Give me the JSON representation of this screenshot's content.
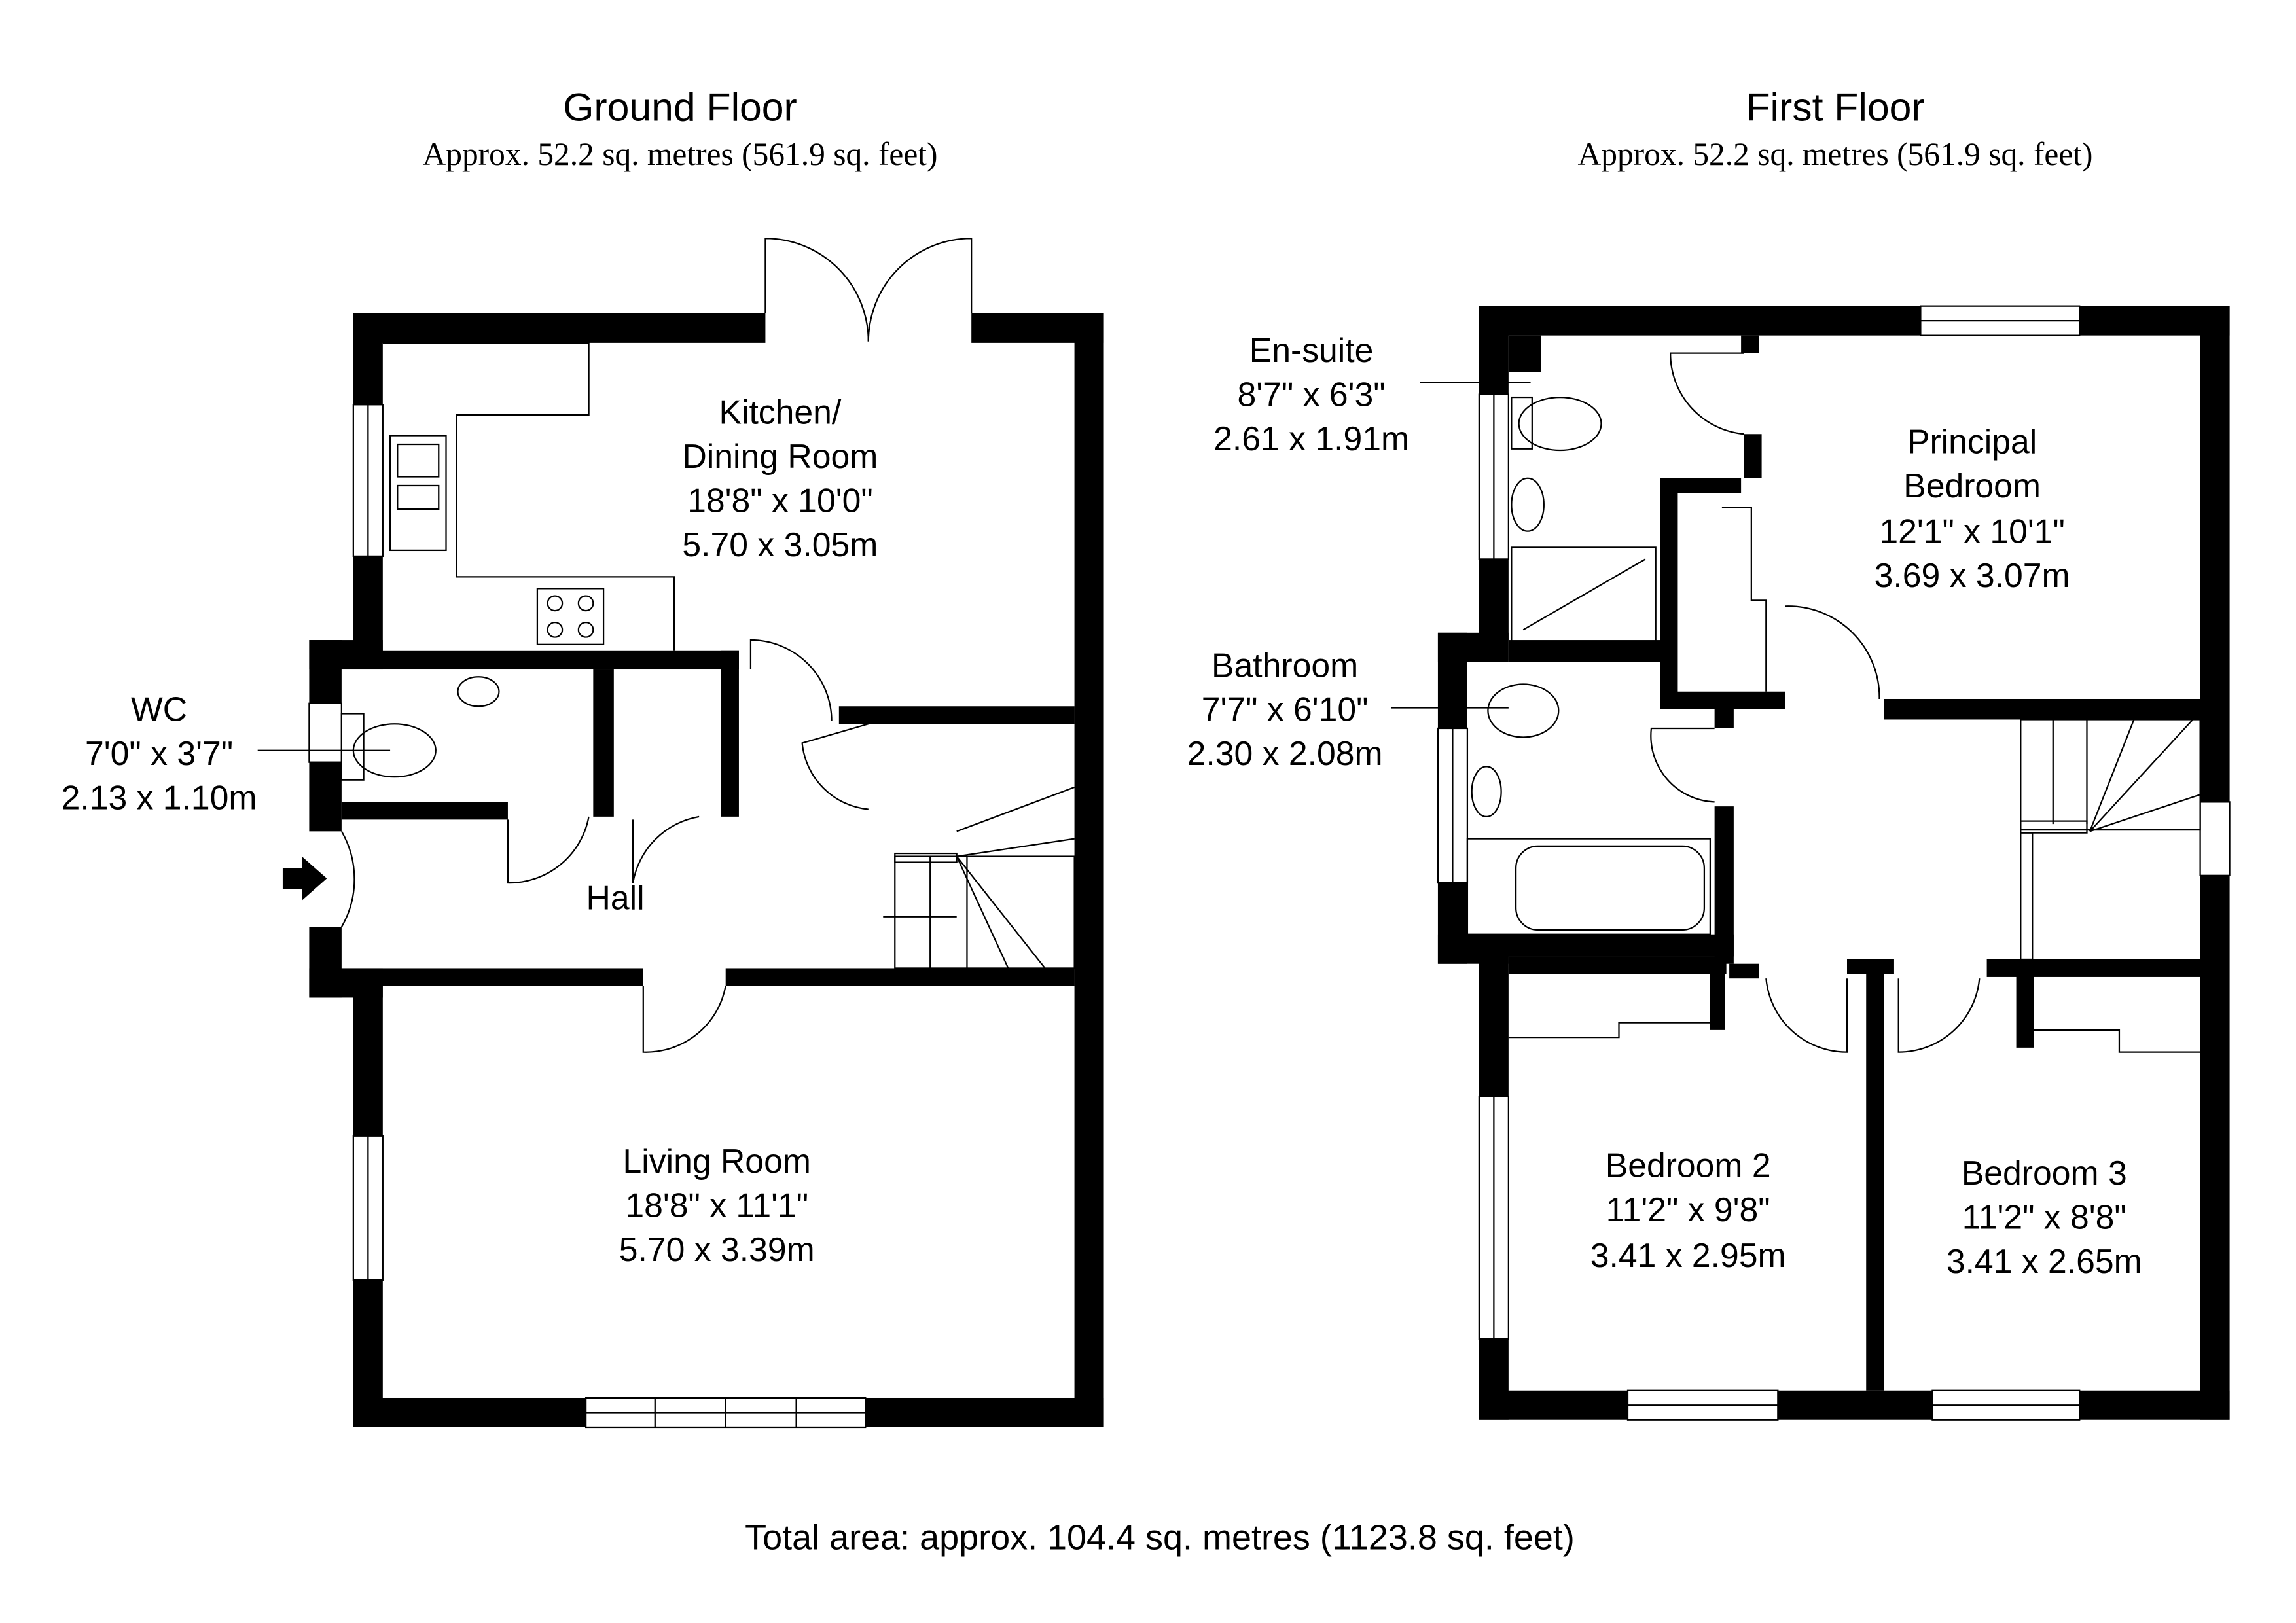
{
  "ground_floor": {
    "title": "Ground Floor",
    "area": "Approx. 52.2 sq. metres (561.9 sq. feet)",
    "rooms": [
      {
        "name": "Kitchen/",
        "name2": "Dining Room",
        "imperial": "18'8\" x 10'0\"",
        "metric": "5.70 x 3.05m"
      },
      {
        "name": "WC",
        "imperial": "7'0\" x 3'7\"",
        "metric": "2.13 x 1.10m"
      },
      {
        "name": "Hall"
      },
      {
        "name": "Living Room",
        "imperial": "18'8\" x 11'1\"",
        "metric": "5.70 x 3.39m"
      }
    ]
  },
  "first_floor": {
    "title": "First Floor",
    "area": "Approx. 52.2 sq. metres (561.9 sq. feet)",
    "rooms": [
      {
        "name": "En-suite",
        "imperial": "8'7\" x 6'3\"",
        "metric": "2.61 x 1.91m"
      },
      {
        "name": "Principal",
        "name2": "Bedroom",
        "imperial": "12'1\" x 10'1\"",
        "metric": "3.69 x 3.07m"
      },
      {
        "name": "Bathroom",
        "imperial": "7'7\" x 6'10\"",
        "metric": "2.30 x 2.08m"
      },
      {
        "name": "Bedroom 2",
        "imperial": "11'2\" x 9'8\"",
        "metric": "3.41 x 2.95m"
      },
      {
        "name": "Bedroom 3",
        "imperial": "11'2\" x 8'8\"",
        "metric": "3.41 x 2.65m"
      }
    ]
  },
  "total_area": "Total area: approx. 104.4 sq. metres (1123.8 sq. feet)"
}
